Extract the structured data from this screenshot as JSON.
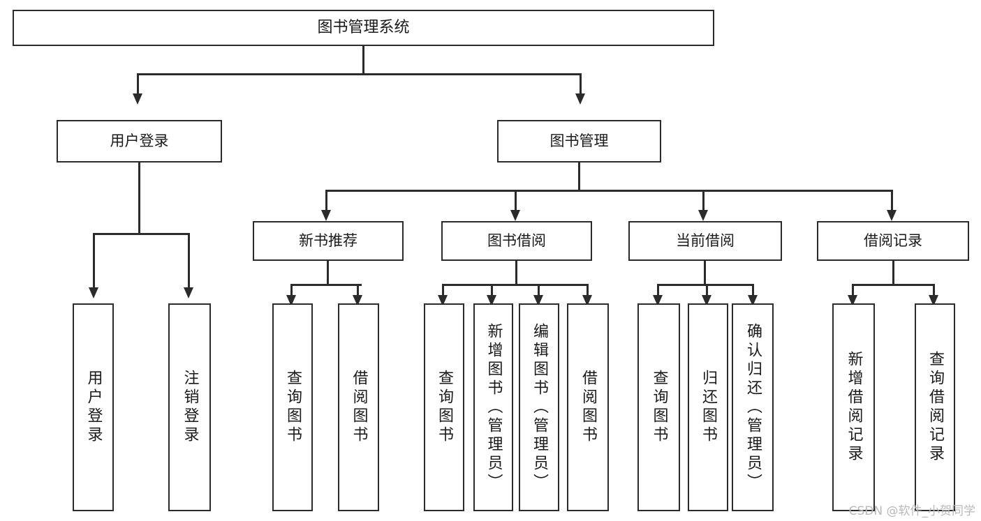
{
  "diagram": {
    "title": "图书管理系统",
    "type": "hierarchy-tree",
    "root": {
      "id": "root",
      "label": "图书管理系统"
    },
    "level1": [
      {
        "id": "user-login",
        "label": "用户登录"
      },
      {
        "id": "book-management",
        "label": "图书管理"
      }
    ],
    "level2": [
      {
        "id": "new-book-recommend",
        "label": "新书推荐",
        "parent": "book-management"
      },
      {
        "id": "book-borrow",
        "label": "图书借阅",
        "parent": "book-management"
      },
      {
        "id": "current-borrow",
        "label": "当前借阅",
        "parent": "book-management"
      },
      {
        "id": "borrow-record",
        "label": "借阅记录",
        "parent": "book-management"
      }
    ],
    "leaves": {
      "user-login": [
        {
          "id": "leaf-user-login",
          "label": "用户登录"
        },
        {
          "id": "leaf-logout",
          "label": "注销登录"
        }
      ],
      "new-book-recommend": [
        {
          "id": "leaf-query-book-1",
          "label": "查询图书"
        },
        {
          "id": "leaf-borrow-book-1",
          "label": "借阅图书"
        }
      ],
      "book-borrow": [
        {
          "id": "leaf-query-book-2",
          "label": "查询图书"
        },
        {
          "id": "leaf-add-book",
          "label": "新增图书（管理员）"
        },
        {
          "id": "leaf-edit-book",
          "label": "编辑图书（管理员）"
        },
        {
          "id": "leaf-borrow-book-2",
          "label": "借阅图书"
        }
      ],
      "current-borrow": [
        {
          "id": "leaf-query-book-3",
          "label": "查询图书"
        },
        {
          "id": "leaf-return-book",
          "label": "归还图书"
        },
        {
          "id": "leaf-confirm-return",
          "label": "确认归还（管理员）"
        }
      ],
      "borrow-record": [
        {
          "id": "leaf-add-record",
          "label": "新增借阅记录"
        },
        {
          "id": "leaf-query-record",
          "label": "查询借阅记录"
        }
      ]
    }
  },
  "watermark": {
    "text": "CSDN @软件_小贺同学"
  },
  "colors": {
    "stroke": "#2b2b2b",
    "fill": "#ffffff",
    "text": "#1a1a1a",
    "watermark": "#b9b9b9"
  }
}
